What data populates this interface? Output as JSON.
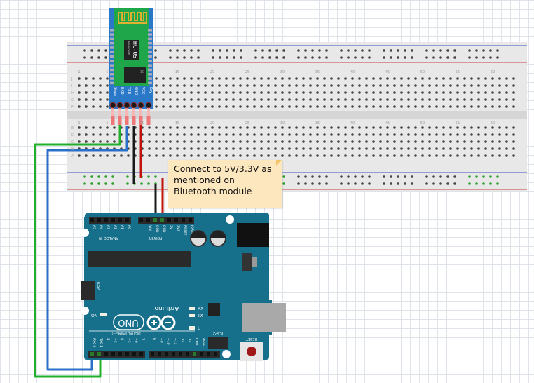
{
  "bluetooth_module": {
    "name": "HC-05",
    "subtitle": "Bluetooth",
    "pins": [
      "State",
      "RXD",
      "TXD",
      "GND",
      "VCC",
      "Key"
    ]
  },
  "note": {
    "lines": [
      "Connect to 5V/3.3V as",
      "mentioned on",
      "Bluetooth module"
    ]
  },
  "breadboard": {
    "row_labels_top": [
      "J",
      "I",
      "H",
      "G",
      "F"
    ],
    "row_labels_bottom": [
      "E",
      "D",
      "C",
      "B",
      "A"
    ],
    "column_labels": [
      "1",
      "5",
      "10",
      "15",
      "20",
      "25",
      "30",
      "35",
      "40",
      "45",
      "50",
      "55",
      "60"
    ]
  },
  "arduino": {
    "brand": "Arduino",
    "model": "UNO",
    "analog_label": "ANALOG IN",
    "analog_pins": [
      "A5",
      "A4",
      "A3",
      "A2",
      "A1",
      "A0"
    ],
    "power_label": "POWER",
    "power_pins": [
      "VIN",
      "GND",
      "GND",
      "5V",
      "3V3",
      "RESET",
      "IOREF"
    ],
    "digital_label": "DIGITAL (PWM=~)",
    "digital_pins_low": [
      "RX0 0",
      "TX0 1",
      "2",
      "~3",
      "4",
      "~5",
      "~6",
      "7"
    ],
    "digital_pins_high": [
      "8",
      "~9",
      "~10",
      "~11",
      "12",
      "13",
      "GND",
      "AREF"
    ],
    "leds": [
      "RX",
      "TX",
      "L",
      "ON"
    ],
    "icsp": "ICSP",
    "icsp2": "ICSP2",
    "reset": "RESET"
  },
  "wire_colors": {
    "green": "#22b02c",
    "blue": "#2a6fc8",
    "black": "#1a1a1a",
    "red": "#c0140f"
  },
  "colors": {
    "arduino_board": "#16708c",
    "module_board": "#2a79c9",
    "module_pcb": "#1fa54a",
    "note": "#fde7bf"
  }
}
